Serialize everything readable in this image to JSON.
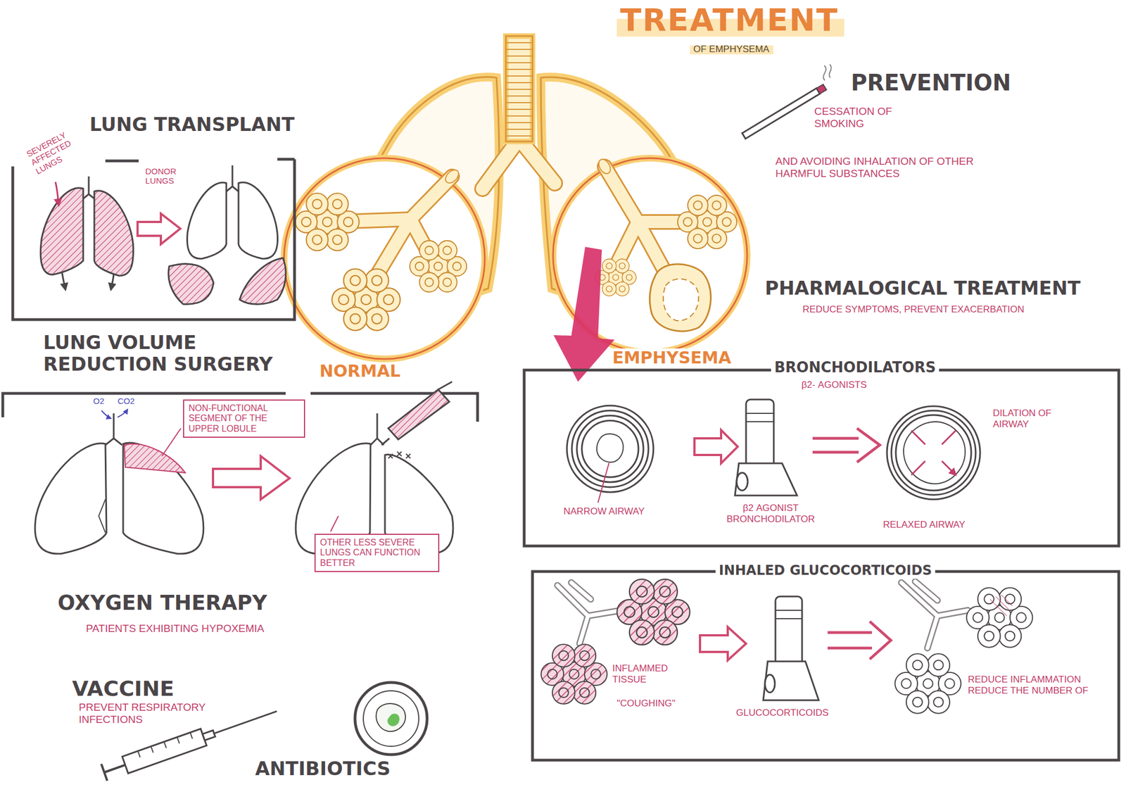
{
  "diagram": {
    "title": "TREATMENT",
    "nodes": [
      {
        "text": [
          "LUNG TRANSPLANT"
        ]
      },
      {
        "text": [
          "LUNG VOLUME REDUCTION SURGERY"
        ]
      },
      {
        "text": [
          "NON-FUNCTIONAL SEGMENT OF THE UPPER LOBULE"
        ],
        "in": 1
      },
      {
        "text": [
          "OTHER LESS SEVERE LUNGS CAN FUNCTION BETTER"
        ],
        "in": 1
      },
      {
        "text": [
          "BRONCHODILATORS",
          "β2- AGONISTS"
        ]
      },
      {
        "text": [
          "INHALED GLUCOCORTICOIDS"
        ]
      }
    ],
    "labels": [
      "OF EMPHYSEMA",
      "PREVENTION",
      "CESSATION OF SMOKING",
      "AND AVOIDING INHALATION OF OTHER HARMFUL SUBSTANCES",
      "PHARMALOGICAL TREATMENT",
      "REDUCE SYMPTOMS, PREVENT EXACERBATION",
      "NORMAL",
      "EMPHYSEMA",
      "SEVERELY AFFECTED LUNGS",
      "DONOR LUNGS",
      "O2",
      "CO2",
      "OXYGEN THERAPY",
      "PATIENTS EXHIBITING HYPOXEMIA",
      "VACCINE",
      "PREVENT RESPIRATORY INFECTIONS",
      "ANTIBIOTICS",
      "NARROW AIRWAY",
      "β2 AGONIST BRONCHODILATOR",
      "RELAXED AIRWAY",
      "DILATION OF AIRWAY",
      "INFLAMMED TISSUE",
      "\"COUGHING\"",
      "GLUCOCORTICOIDS",
      "REDUCE INFLAMMATION REDUCE THE NUMBER OF"
    ]
  }
}
